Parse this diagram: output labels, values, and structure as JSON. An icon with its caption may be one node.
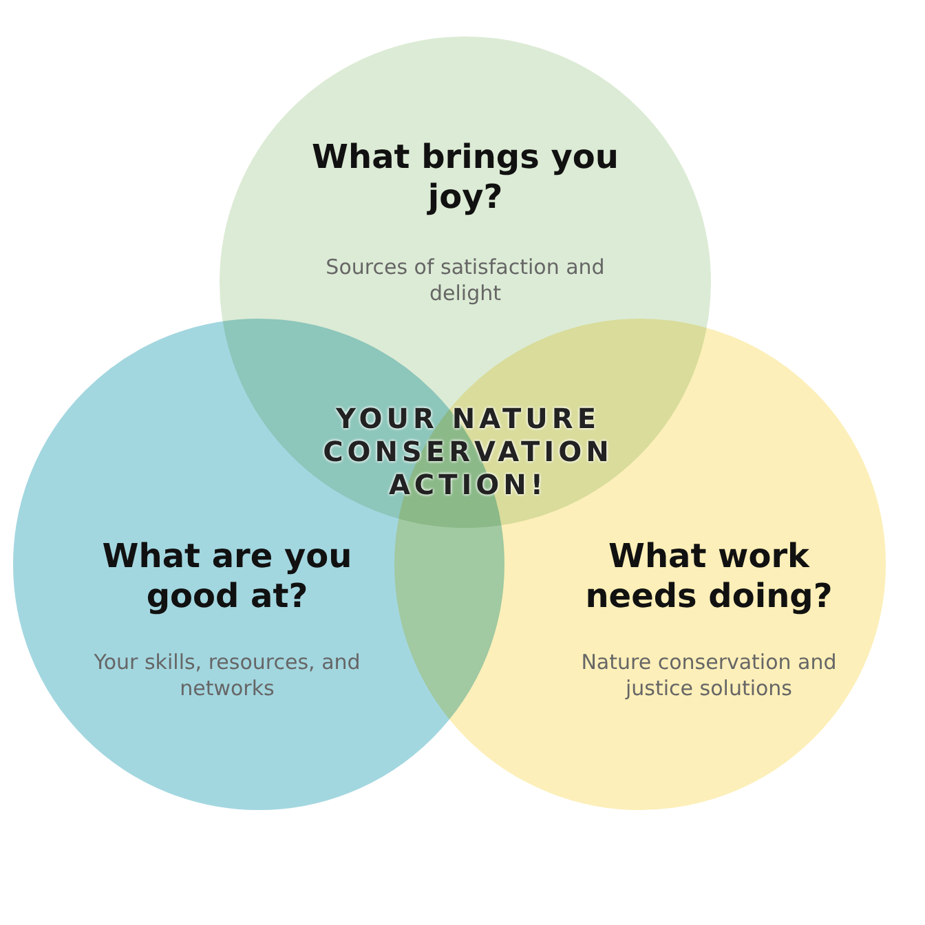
{
  "diagram": {
    "nodes": [
      {
        "text": [
          "What brings you joy?",
          "Sources of satisfaction and delight"
        ]
      },
      {
        "text": [
          "What are you good at?",
          "Your skills, resources, and networks"
        ]
      },
      {
        "text": [
          "What work needs doing?",
          "Nature conservation and justice solutions"
        ]
      }
    ],
    "edges": [],
    "labels": [
      "YOUR NATURE CONSERVATION ACTION!"
    ]
  }
}
